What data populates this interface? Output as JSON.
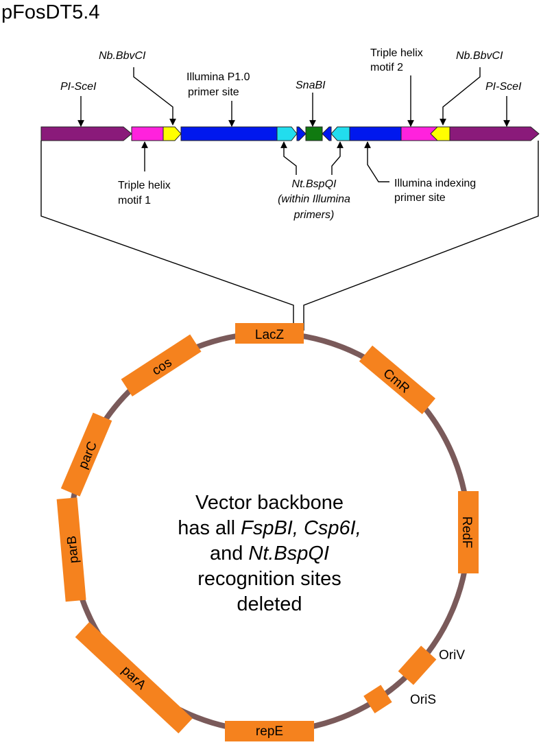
{
  "title": "pFosDT5.4",
  "colors": {
    "purple": "#8a1a7a",
    "magenta": "#ff22dd",
    "yellow": "#ffff00",
    "blue": "#0018ee",
    "cyan": "#22ddee",
    "green": "#107a10",
    "backbone_ring": "#7a5a5a",
    "feature_orange": "#f5821e",
    "line": "#000000"
  },
  "insert": {
    "labels": {
      "pisce_left": "PI-SceI",
      "nb_left": "Nb.BbvCI",
      "p1_line1": "Illumina P1.0",
      "p1_line2": "primer site",
      "snab": "SnaBI",
      "th2_line1": "Triple helix",
      "th2_line2": "motif 2",
      "nb_right": "Nb.BbvCI",
      "pisce_right": "PI-SceI",
      "th1_line1": "Triple helix",
      "th1_line2": "motif 1",
      "ntb_line1": "Nt.BspQI",
      "ntb_line2": "(within Illumina",
      "ntb_line3": "primers)",
      "idx_line1": "Illumina indexing",
      "idx_line2": "primer site"
    }
  },
  "backbone": {
    "features": {
      "lacz": "LacZ",
      "cmr": "CmR",
      "redf": "RedF",
      "oriv": "OriV",
      "oris": "OriS",
      "repe": "repE",
      "para": "parA",
      "parb": "parB",
      "parc": "parC",
      "cos": "cos"
    },
    "center": {
      "line1": "Vector backbone",
      "line2_pre": "has all ",
      "line2_i1": "FspBI, Csp6I,",
      "line3_pre": "and ",
      "line3_i": "Nt.BspQI",
      "line4": "recognition sites",
      "line5": "deleted"
    }
  }
}
